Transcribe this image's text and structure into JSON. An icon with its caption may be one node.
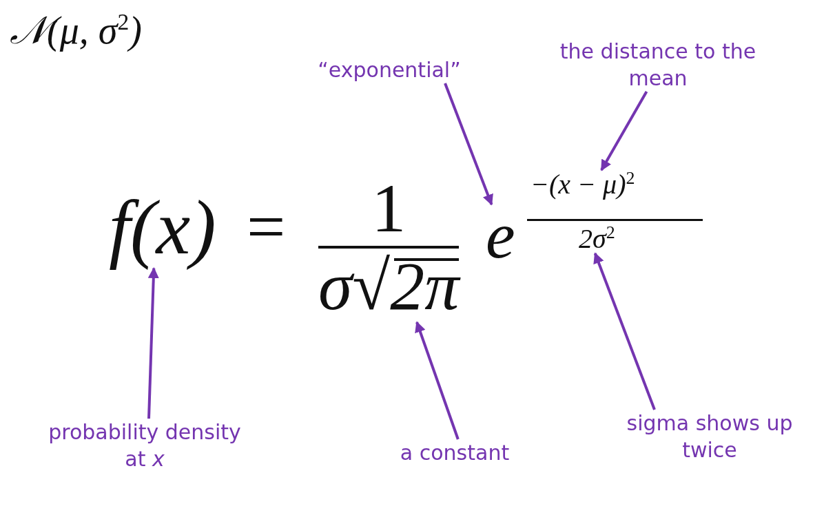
{
  "diagram": {
    "title": "𝒩(μ, σ$^{2}$)",
    "nodes": [
      {
        "text": [
          "“exponential”"
        ]
      },
      {
        "text": [
          "the distance to the mean"
        ]
      },
      {
        "text": [
          "f(x)"
        ]
      },
      {
        "text": [
          "1",
          "σ√2π"
        ]
      },
      {
        "text": [
          "e"
        ]
      },
      {
        "text": [
          "−(x − μ)$^{2}$"
        ]
      },
      {
        "text": [
          "2σ$^{2}$"
        ]
      },
      {
        "text": [
          "probability density at *x*"
        ]
      },
      {
        "text": [
          "a constant"
        ]
      },
      {
        "text": [
          "sigma shows up twice"
        ]
      }
    ],
    "edges": [
      {
        "from": 0,
        "to": 4,
        "arrow": "to"
      },
      {
        "from": 1,
        "to": 5,
        "arrow": "to"
      },
      {
        "from": 7,
        "to": 2,
        "arrow": "to"
      },
      {
        "from": 8,
        "to": 3,
        "arrow": "to"
      },
      {
        "from": 9,
        "to": 6,
        "arrow": "to"
      }
    ],
    "labels": [
      "="
    ]
  }
}
